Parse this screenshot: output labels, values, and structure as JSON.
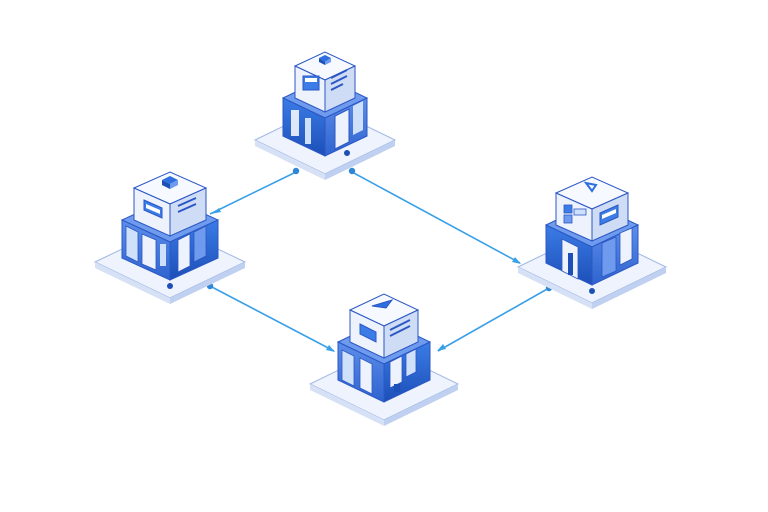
{
  "diagram": {
    "kind": "isometric-network",
    "colors": {
      "background": "#ffffff",
      "connector": "#3aa0e8",
      "connector_dot": "#2f86d6",
      "platform_top": "#eef3fd",
      "platform_side": "#c8d6f2",
      "platform_edge": "#9fb6e6",
      "cube_light": "#edf2fc",
      "cube_light_side": "#cfdcf5",
      "cube_outline": "#2b57c4",
      "block_blue": "#2f6ee0",
      "block_blue_dark": "#1d4fb8",
      "block_blue_light": "#6f9bee"
    },
    "nodes": [
      {
        "id": "server-top",
        "icon": "isometric-server-building-icon"
      },
      {
        "id": "server-left",
        "icon": "isometric-server-building-icon"
      },
      {
        "id": "server-right",
        "icon": "isometric-server-building-icon"
      },
      {
        "id": "server-bottom",
        "icon": "isometric-server-building-icon"
      }
    ],
    "links": [
      {
        "from": "server-left",
        "to": "server-top"
      },
      {
        "from": "server-top",
        "to": "server-right"
      },
      {
        "from": "server-left",
        "to": "server-bottom"
      },
      {
        "from": "server-bottom",
        "to": "server-right"
      }
    ]
  }
}
